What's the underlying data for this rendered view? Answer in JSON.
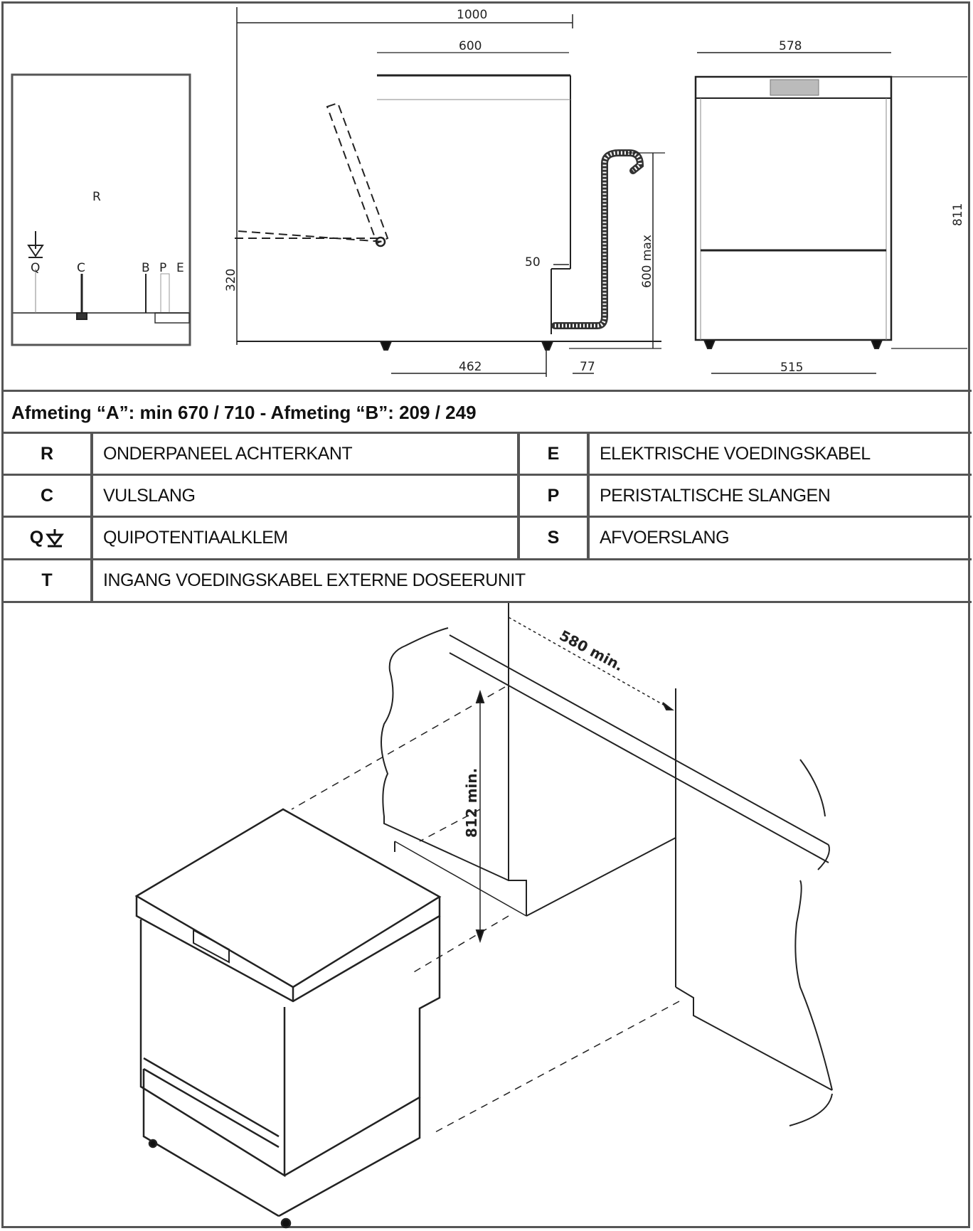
{
  "drawing": {
    "rear_view": {
      "panel_label": "R",
      "connection_labels": [
        "Q",
        "C",
        "B",
        "P",
        "E"
      ]
    },
    "side_view": {
      "dimensions": {
        "overall_width": "1000",
        "body_width": "600",
        "door_height": "320",
        "step": "50",
        "drain_height": "600 max",
        "foot_span": "462",
        "drain_offset": "77"
      }
    },
    "front_view": {
      "dimensions": {
        "top_width": "578",
        "height": "811",
        "foot_span": "515"
      }
    },
    "installation_view": {
      "dimensions": {
        "min_depth": "580 min.",
        "min_height": "812 min."
      }
    }
  },
  "dimension_note": "Afmeting “A”: min 670 /  710 - Afmeting “B”: 209 /  249",
  "legend": {
    "rows": [
      [
        {
          "code": "R",
          "description": "ONDERPANEEL ACHTERKANT"
        },
        {
          "code": "E",
          "description": "ELEKTRISCHE VOEDINGSKABEL"
        }
      ],
      [
        {
          "code": "C",
          "description": "VULSLANG"
        },
        {
          "code": "P",
          "description": "PERISTALTISCHE SLANGEN"
        }
      ],
      [
        {
          "code": "Q",
          "description": "QUIPOTENTIAALKLEM"
        },
        {
          "code": "S",
          "description": "AFVOERSLANG"
        }
      ],
      [
        {
          "code": "T",
          "description": "INGANG VOEDINGSKABEL EXTERNE DOSEERUNIT"
        }
      ]
    ]
  }
}
